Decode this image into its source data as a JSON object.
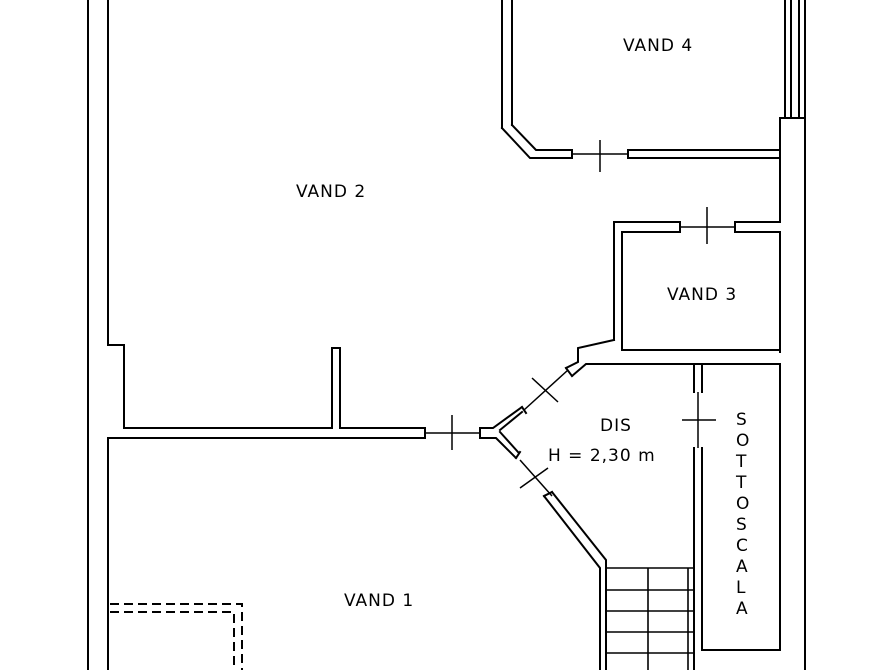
{
  "rooms": {
    "vand4": "VAND 4",
    "vand2": "VAND 2",
    "vand3": "VAND 3",
    "dis": "DIS",
    "dis_height": "H = 2,30 m",
    "vand1": "VAND 1"
  },
  "stair_label": [
    "S",
    "O",
    "T",
    "T",
    "O",
    "S",
    "C",
    "A",
    "L",
    "A"
  ],
  "colors": {
    "line": "#000000",
    "background": "#ffffff"
  }
}
